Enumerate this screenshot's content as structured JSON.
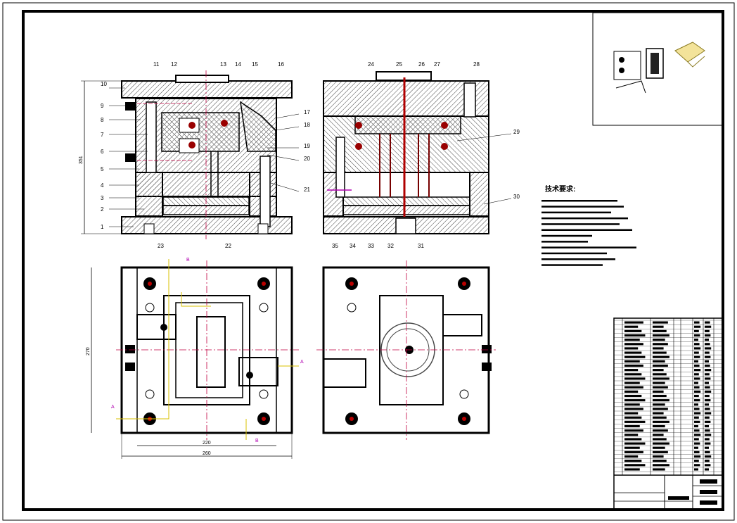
{
  "drawing": {
    "notes_title": "技术要求:",
    "note_lines": 12,
    "part_labels": [
      "1",
      "2",
      "3",
      "4",
      "5",
      "6",
      "7",
      "8",
      "9",
      "10",
      "11",
      "12",
      "13",
      "14",
      "15",
      "16",
      "17",
      "18",
      "19",
      "20",
      "21",
      "22",
      "23",
      "24",
      "25",
      "26",
      "27",
      "28",
      "29",
      "30",
      "31",
      "32",
      "33",
      "34",
      "35"
    ],
    "dimensions": {
      "front_height": "351",
      "plan_height": "270",
      "plan_inner_width": "220",
      "plan_outer_width": "260"
    },
    "section_marks": [
      "B",
      "B",
      "A",
      "A"
    ],
    "colors": {
      "line": "#000000",
      "hatch": "#555555",
      "centerline": "#c00040",
      "dimension": "#000000",
      "section": "#d8c000",
      "magenta": "#b000b0"
    }
  }
}
